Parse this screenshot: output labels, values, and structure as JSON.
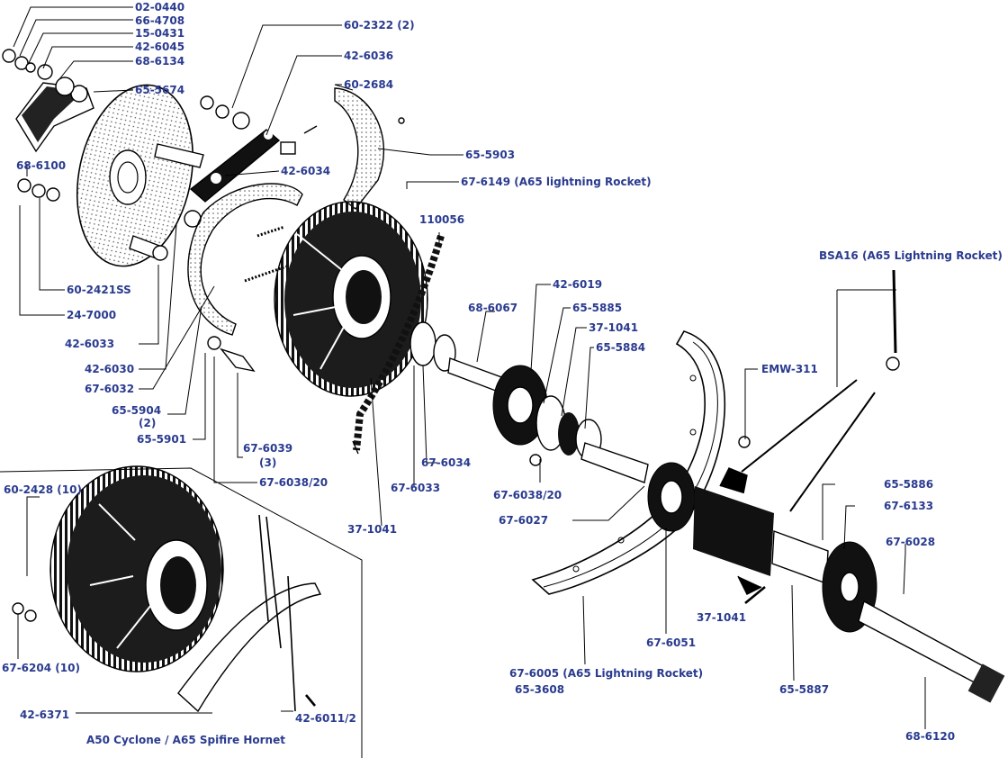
{
  "diagram": {
    "caption": "A50 Cyclone / A65 Spifire Hornet",
    "labels": {
      "l_02_0440": "02-0440",
      "l_66_4708": "66-4708",
      "l_15_0431": "15-0431",
      "l_42_6045": "42-6045",
      "l_68_6134": "68-6134",
      "l_65_5674": "65-5674",
      "l_68_6100": "68-6100",
      "l_60_2421SS": "60-2421SS",
      "l_24_7000": "24-7000",
      "l_42_6033": "42-6033",
      "l_42_6030": "42-6030",
      "l_67_6032": "67-6032",
      "l_65_5904": "65-5904",
      "l_65_5904_qty": "(2)",
      "l_65_5901": "65-5901",
      "l_67_6039": "67-6039",
      "l_67_6039_qty": "(3)",
      "l_67_6038_20_a": "67-6038/20",
      "l_60_2322": "60-2322 (2)",
      "l_42_6036": "42-6036",
      "l_60_2684": "60-2684",
      "l_65_5903": "65-5903",
      "l_42_6034": "42-6034",
      "l_67_6149": "67-6149 (A65 lightning Rocket)",
      "l_110056": "110056",
      "l_42_6019": "42-6019",
      "l_68_6067": "68-6067",
      "l_65_5885": "65-5885",
      "l_37_1041_a": "37-1041",
      "l_65_5884": "65-5884",
      "l_BSA16": "BSA16 (A65 Lightning Rocket)",
      "l_EMW_311": "EMW-311",
      "l_67_6034": "67-6034",
      "l_67_6033": "67-6033",
      "l_67_6038_20_b": "67-6038/20",
      "l_67_6027": "67-6027",
      "l_37_1041_b": "37-1041",
      "l_65_5886": "65-5886",
      "l_67_6133": "67-6133",
      "l_67_6028": "67-6028",
      "l_37_1041_c": "37-1041",
      "l_67_6051": "67-6051",
      "l_65_5887": "65-5887",
      "l_67_6005": "67-6005 (A65 Lightning Rocket)",
      "l_65_3608": "65-3608",
      "l_68_6120": "68-6120",
      "l_60_2428": "60-2428 (10)",
      "l_67_6204": "67-6204 (10)",
      "l_42_6371": "42-6371",
      "l_42_6011_2": "42-6011/2"
    }
  }
}
